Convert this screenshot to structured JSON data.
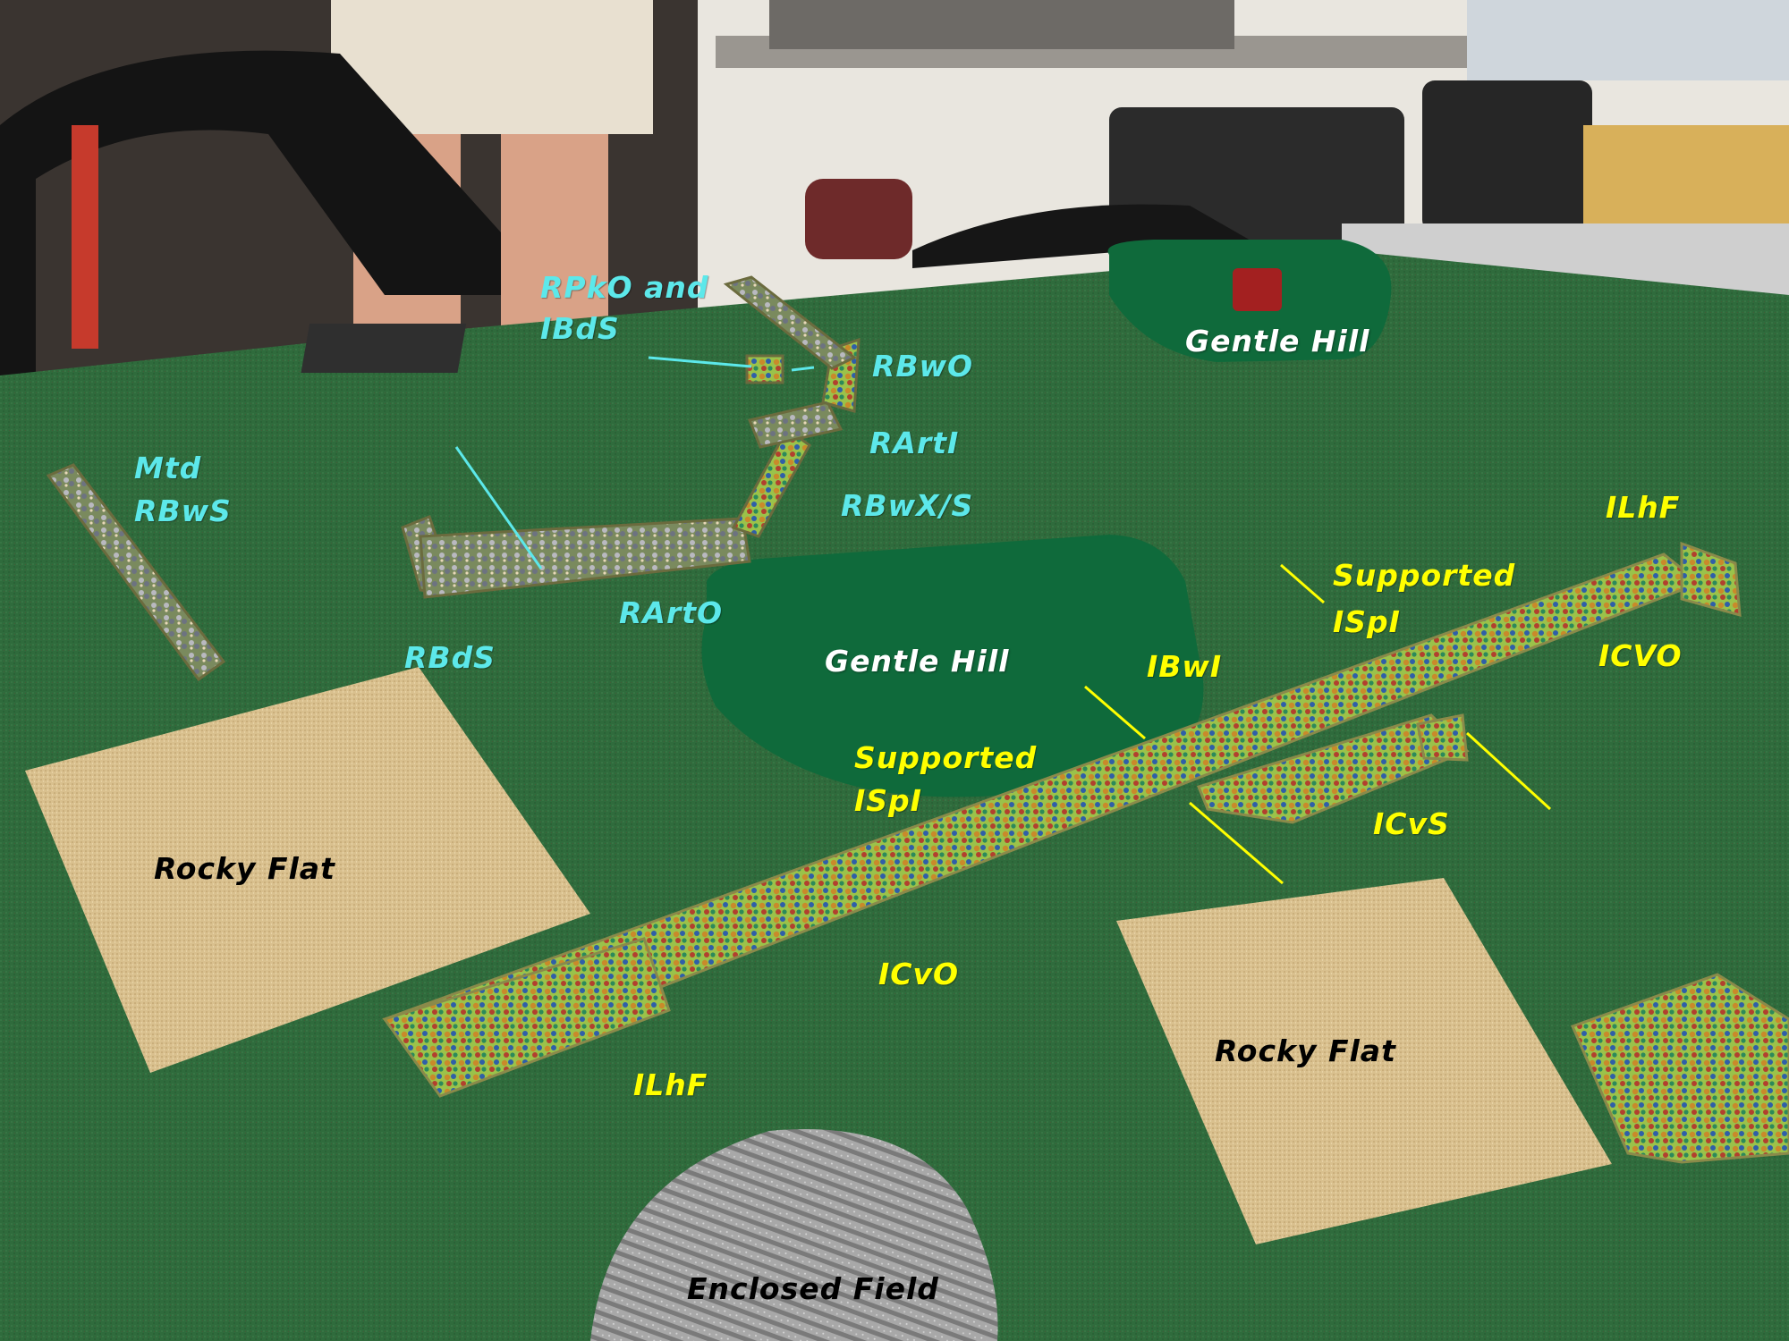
{
  "labels": {
    "rpko_and": "RPkO and",
    "ibds": "IBdS",
    "rbwo": "RBwO",
    "rarti": "RArtI",
    "rbwx_s": "RBwX/S",
    "mtd": "Mtd",
    "rbws": "RBwS",
    "rarto": "RArtO",
    "rbds": "RBdS",
    "gentle_hill_top": "Gentle Hill",
    "gentle_hill_center": "Gentle Hill",
    "ilhf_top": "ILhF",
    "supported_1": "Supported",
    "ispi_1": "ISpI",
    "icvo_right": "ICVO",
    "ibwi": "IBwI",
    "supported_2": "Supported",
    "ispi_2": "ISpI",
    "icvs": "ICvS",
    "icvo_bottom": "ICvO",
    "ilhf_bottom": "ILhF",
    "rocky_flat_left": "Rocky Flat",
    "rocky_flat_right": "Rocky Flat",
    "enclosed_field": "Enclosed Field"
  },
  "colors": {
    "table_felt": "#2f6b3c",
    "hill": "#0f6a3b",
    "rocky_flat": "#d9c08e",
    "enclosed_field": "#9a9a9a",
    "label_cyan": "#5ce8ea",
    "label_yellow": "#ffff00",
    "label_white": "#ffffff",
    "label_black": "#000000"
  }
}
